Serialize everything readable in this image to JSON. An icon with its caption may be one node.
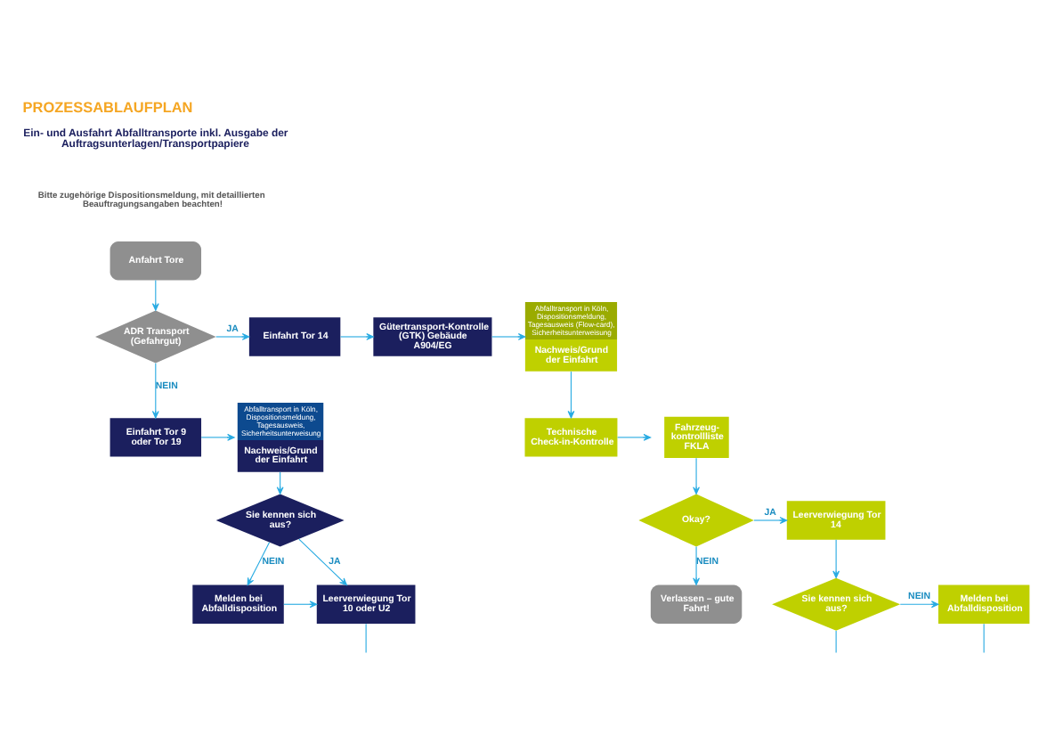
{
  "diagram": {
    "title": "PROZESSABLAUFPLAN",
    "nodes": [
      {
        "text": [
          "Anfahrt Tore"
        ]
      },
      {
        "text": [
          "ADR Transport (Gefahrgut)"
        ]
      },
      {
        "text": [
          "Einfahrt Tor 14"
        ]
      },
      {
        "text": [
          "Gütertransport-Kontrolle (GTK) Gebäude A904/EG"
        ]
      },
      {
        "text": [
          "Abfalltransport in Köln, Dispositionsmeldung, Tagesausweis (Flow-card), Sicherheitsunterweisung",
          "Nachweis/Grund der Einfahrt"
        ]
      },
      {
        "text": [
          "Einfahrt Tor 9 oder Tor 19"
        ]
      },
      {
        "text": [
          "Abfalltransport in Köln, Dispositionsmeldung, Tagesausweis, Sicherheitsunterweisung",
          "Nachweis/Grund der Einfahrt"
        ]
      },
      {
        "text": [
          "Fahrzeug- kontrollliste FKLA"
        ]
      },
      {
        "text": [
          "Technische Check-in-Kontrolle"
        ]
      },
      {
        "text": [
          "Sie kennen sich aus?"
        ]
      },
      {
        "text": [
          "Okay?"
        ]
      },
      {
        "text": [
          "Leerverwiegung Tor 10 oder U2"
        ]
      },
      {
        "text": [
          "Melden bei Abfalldisposition"
        ]
      },
      {
        "text": [
          "Verlassen – gute Fahrt!"
        ]
      },
      {
        "text": [
          "Leerverwiegung Tor 14"
        ]
      },
      {
        "text": [
          "Melden bei Abfalldisposition"
        ]
      },
      {
        "text": [
          "Sie kennen sich aus?"
        ]
      }
    ],
    "edges": [
      {
        "from": 0,
        "to": 1,
        "arrow": "to"
      },
      {
        "from": 1,
        "to": 2,
        "arrow": "to",
        "label": "JA"
      },
      {
        "from": 1,
        "to": 5,
        "arrow": "to",
        "label": "NEIN"
      },
      {
        "from": 2,
        "to": 3,
        "arrow": "to"
      },
      {
        "from": 5,
        "to": 6,
        "arrow": "to"
      },
      {
        "from": 3,
        "to": 4,
        "arrow": "to"
      },
      {
        "from": 4,
        "to": 8,
        "arrow": "to"
      },
      {
        "from": 8,
        "to": 7,
        "arrow": "to"
      },
      {
        "from": 7,
        "to": 10,
        "arrow": "to"
      },
      {
        "from": 10,
        "to": 14,
        "arrow": "to",
        "label": "JA"
      },
      {
        "from": 10,
        "to": 13,
        "arrow": "to",
        "label": "NEIN"
      },
      {
        "from": 14,
        "to": 16,
        "arrow": "to"
      },
      {
        "from": 16,
        "to": 15,
        "arrow": "to",
        "label": "NEIN"
      },
      {
        "from": 6,
        "to": 9,
        "arrow": "to"
      },
      {
        "from": 9,
        "to": 11,
        "arrow": "to",
        "label": "JA"
      },
      {
        "from": 9,
        "to": 12,
        "arrow": "to",
        "label": "NEIN"
      },
      {
        "from": 12,
        "to": 11,
        "arrow": "to"
      },
      {
        "from": 11,
        "to": null,
        "arrow": "none"
      },
      {
        "from": 15,
        "to": null,
        "arrow": "none"
      },
      {
        "from": 16,
        "to": null,
        "arrow": "none"
      }
    ],
    "labels": [
      "Ein- und Ausfahrt Abfalltransporte inkl. Ausgabe der Auftragsunterlagen/Transportpapiere",
      "Bitte zugehörige Dispositionsmeldung, mit detaillierten Beauftragungsangaben beachten!"
    ]
  }
}
